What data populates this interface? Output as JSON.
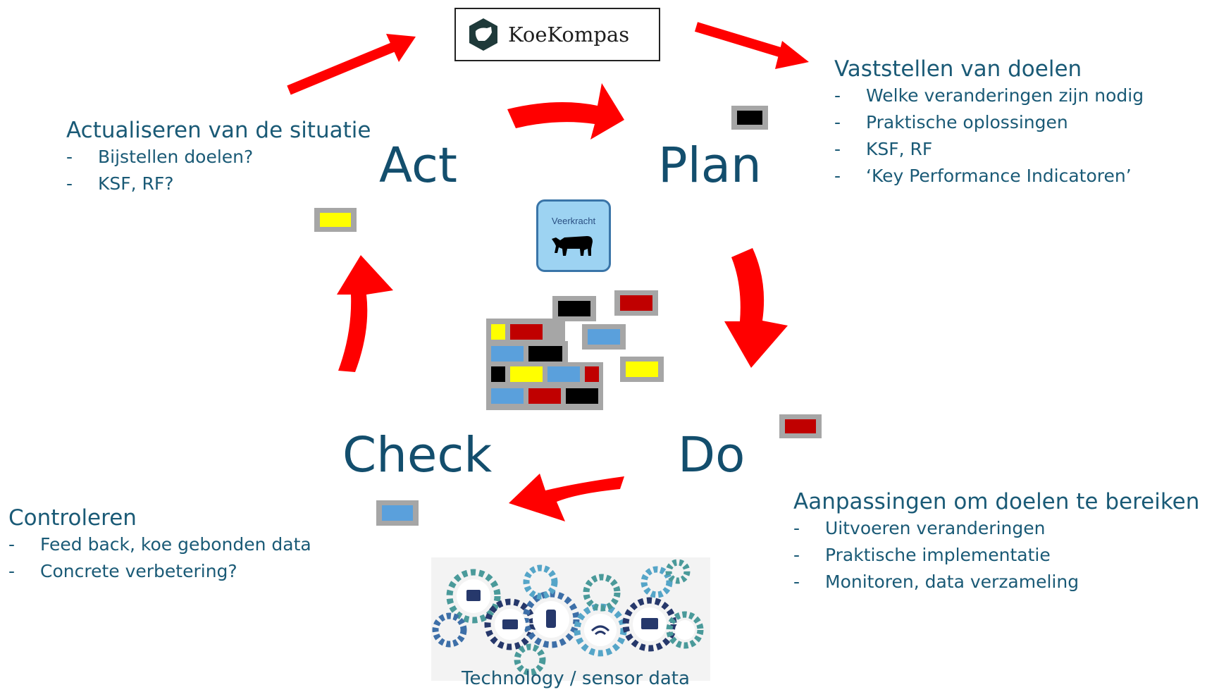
{
  "logo": {
    "text": "KoeKompas"
  },
  "cycle": {
    "act": "Act",
    "plan": "Plan",
    "do": "Do",
    "check": "Check"
  },
  "veerkracht": {
    "label": "Veerkracht"
  },
  "panels": {
    "plan": {
      "title": "Vaststellen van doelen",
      "items": [
        "Welke veranderingen zijn nodig",
        "Praktische oplossingen",
        "KSF, RF",
        "‘Key Performance Indicatoren’"
      ]
    },
    "act": {
      "title": "Actualiseren van de situatie",
      "items": [
        "Bijstellen doelen?",
        "KSF, RF?"
      ]
    },
    "check": {
      "title": "Controleren",
      "items": [
        "Feed back, koe gebonden data",
        "Concrete verbetering?"
      ]
    },
    "do": {
      "title": "Aanpassingen om doelen te bereiken",
      "items": [
        "Uitvoeren veranderingen",
        "Praktische implementatie",
        "Monitoren, data verzameling"
      ]
    }
  },
  "technology": {
    "caption": "Technology /  sensor data"
  },
  "colors": {
    "arrow": "#ff0000",
    "text": "#1a5a76",
    "brick_red": "#c00000",
    "brick_blue": "#5aa0dc",
    "brick_yellow": "#ffff00",
    "brick_black": "#000000",
    "brick_frame": "#a6a6a6"
  }
}
